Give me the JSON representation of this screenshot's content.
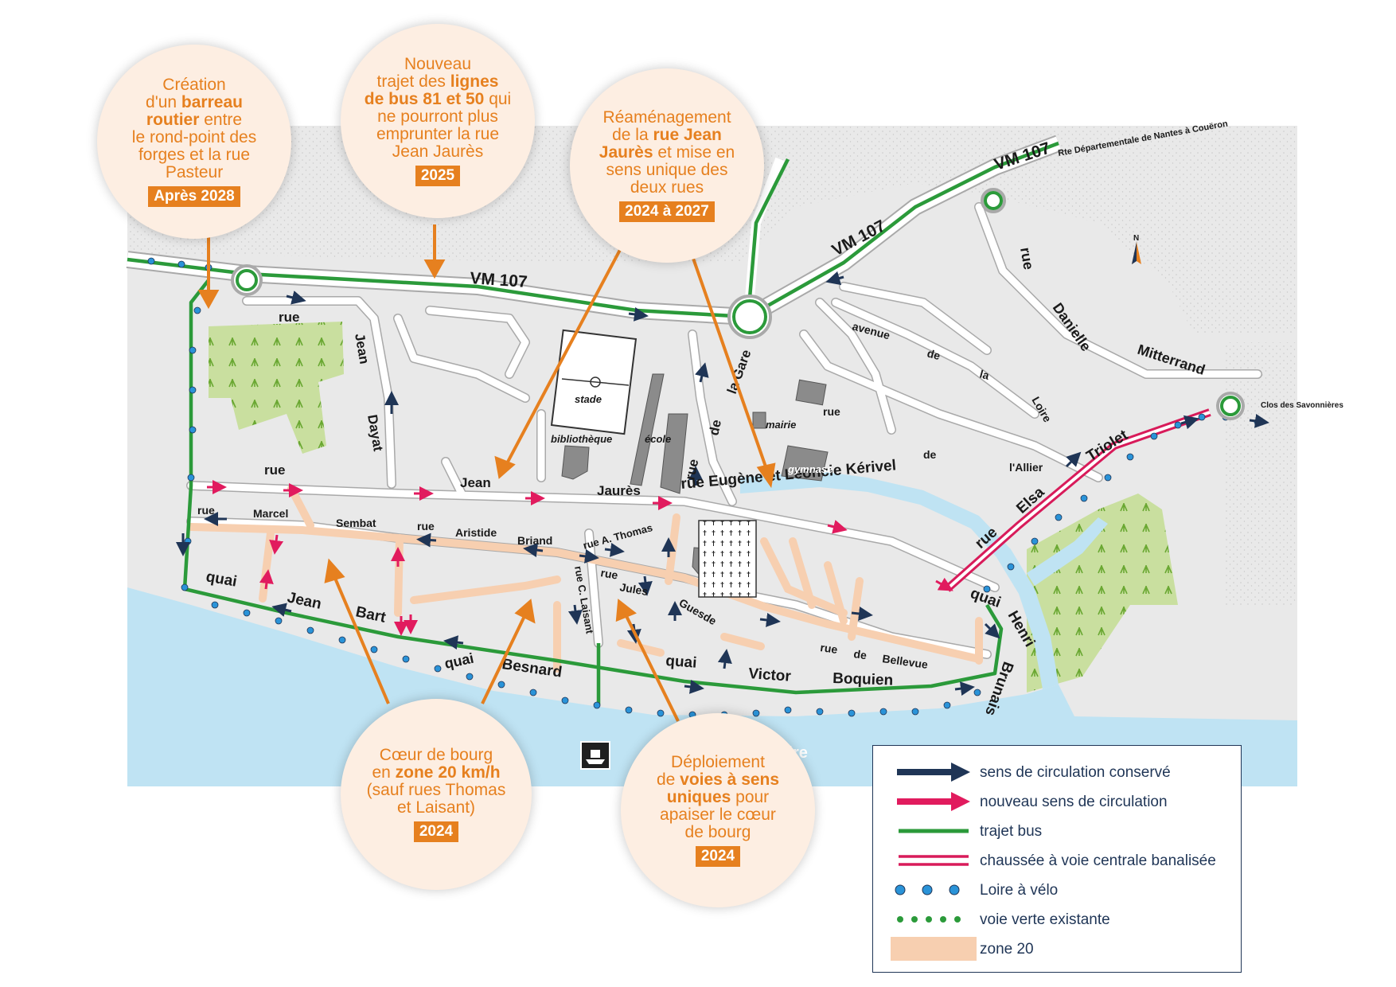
{
  "map": {
    "roads": {
      "vm107_a": "VM 107",
      "vm107_b": "VM 107",
      "vm107_c": "VM 107",
      "rue_jean_dayat": [
        "rue",
        "Jean",
        "Dayat"
      ],
      "rue_jean_jaures": [
        "rue",
        "Jean",
        "Jaurès"
      ],
      "rue_kerivel": "rue Eugène et Léoncie Kérivel",
      "rue_de_la_gare": [
        "rue",
        "de",
        "la Gare"
      ],
      "rue_marcel_sembat": [
        "rue",
        "Marcel",
        "Sembat"
      ],
      "rue_aristide_briand": [
        "rue",
        "Aristide",
        "Briand"
      ],
      "rue_a_thomas": "rue A. Thomas",
      "rue_c_laisant": "rue C. Laisant",
      "rue_jules_guesde": [
        "rue",
        "Jules",
        "Guesde"
      ],
      "rue_de_bellevue": [
        "rue",
        "de",
        "Bellevue"
      ],
      "quai_jean_bart": [
        "quai",
        "Jean",
        "Bart"
      ],
      "quai_besnard": [
        "quai",
        "Besnard"
      ],
      "quai_victor_boquien": [
        "quai",
        "Victor",
        "Boquien"
      ],
      "quai_henri_brunais": [
        "quai",
        "Henri",
        "Brunais"
      ],
      "avenue_de_la_loire": [
        "avenue",
        "de",
        "la",
        "Loire"
      ],
      "rue_de_l_allier": [
        "rue",
        "de",
        "l'Allier"
      ],
      "rue_elsa_triolet": [
        "rue",
        "Elsa",
        "Triolet"
      ],
      "rue_danielle_mitterrand": [
        "rue",
        "Danielle",
        "Mitterrand"
      ],
      "route_departementale": "Rte Départementale de Nantes à Couëron",
      "clos_savonnieres": "Clos des Savonnières",
      "river": "Loire"
    },
    "places": {
      "stade": "stade",
      "bibliotheque": "bibliothèque",
      "ecole": "école",
      "mairie": "mairie",
      "gymnase": "gymnase"
    },
    "north": "N"
  },
  "callouts": [
    {
      "id": "barreau",
      "lines": [
        "Création",
        "d'un <b>barreau</b>",
        "<b>routier</b> entre",
        "le rond-point des",
        "forges et la rue",
        "Pasteur"
      ],
      "year": "Après 2028"
    },
    {
      "id": "bus",
      "lines": [
        "Nouveau",
        "trajet des <b>lignes</b>",
        "<b>de bus 81 et 50</b> qui",
        "ne pourront plus",
        "emprunter la rue",
        "Jean Jaurès"
      ],
      "year": "2025"
    },
    {
      "id": "jaures",
      "lines": [
        "Réaménagement",
        "de la <b>rue Jean</b>",
        "<b>Jaurès</b> et mise en",
        "sens unique des",
        "deux rues"
      ],
      "year": "2024 à 2027"
    },
    {
      "id": "zone20",
      "lines": [
        "Cœur de bourg",
        "en <b>zone 20 km/h</b>",
        "(sauf rues Thomas",
        "et Laisant)"
      ],
      "year": "2024"
    },
    {
      "id": "sens_unique",
      "lines": [
        "Déploiement",
        "de <b>voies à sens</b>",
        "<b>uniques</b> pour",
        "apaiser le cœur",
        "de bourg"
      ],
      "year": "2024"
    }
  ],
  "legend": {
    "items": [
      {
        "key": "conserve",
        "label": "sens de circulation conservé"
      },
      {
        "key": "nouveau",
        "label": "nouveau sens de circulation"
      },
      {
        "key": "bus",
        "label": "trajet bus"
      },
      {
        "key": "chaussee",
        "label": "chaussée à voie centrale banalisée"
      },
      {
        "key": "velo",
        "label": "Loire à vélo"
      },
      {
        "key": "verte",
        "label": "voie verte existante"
      },
      {
        "key": "zone20",
        "label": "zone 20"
      }
    ]
  },
  "colors": {
    "background": "#e9e9e9",
    "road": "#ffffff",
    "road_edge": "#a9a9a9",
    "water": "#bfe3f3",
    "park": "#c9df9f",
    "grass_mark": "#6aa832",
    "bus": "#2b9a3a",
    "chaussee": "#d81b5a",
    "velo": "#2a93d8",
    "conserve": "#1f3556",
    "nouveau": "#e11b5e",
    "zone20": "#f7cfb0",
    "callout_bg": "#fdeee2",
    "orange": "#e6801f"
  }
}
